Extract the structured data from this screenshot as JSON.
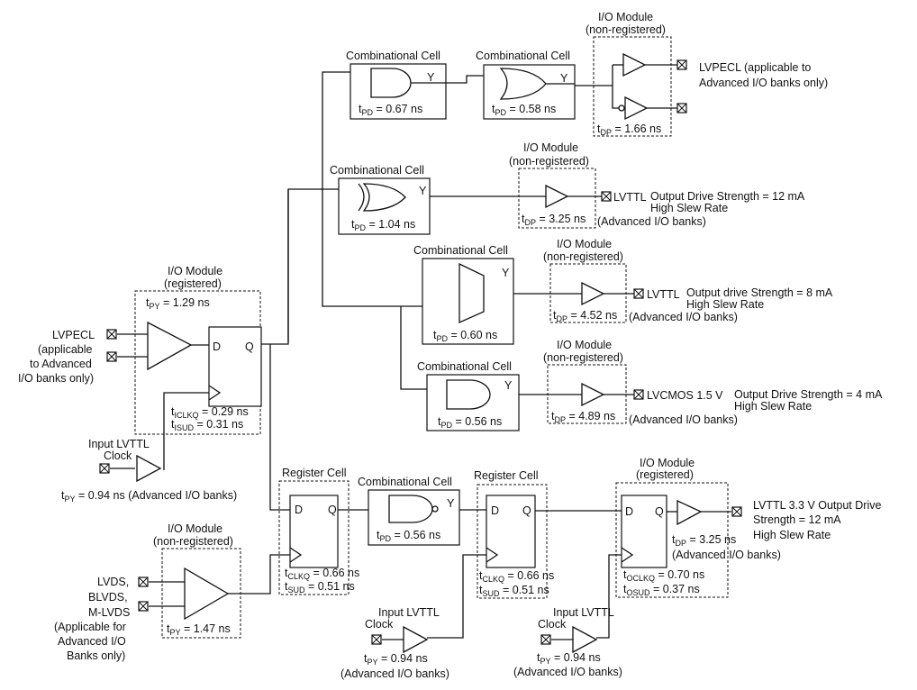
{
  "labels": {
    "io_module": "I/O Module",
    "non_registered": "(non-registered)",
    "registered": "(registered)",
    "combinational_cell": "Combinational Cell",
    "register_cell": "Register Cell",
    "input_lvttl": "Input LVTTL",
    "clock": "Clock",
    "pin_d": "D",
    "pin_q": "Q",
    "pin_y": "Y",
    "adv_io_banks": "(Advanced I/O banks)"
  },
  "timing": {
    "tpd_067": "= 0.67 ns",
    "tpd_058": "= 0.58 ns",
    "tdp_166": "= 1.66 ns",
    "tpd_104": "= 1.04 ns",
    "tdp_325": "= 3.25 ns",
    "tpd_060": "= 0.60 ns",
    "tdp_452": "= 4.52 ns",
    "tpd_056a": "= 0.56 ns",
    "tdp_489": "= 4.89 ns",
    "tpy_129": "= 1.29 ns",
    "ticlkq": "= 0.29 ns",
    "tisud": "= 0.31 ns",
    "tpy_094_left": "= 0.94 ns (Advanced I/O banks)",
    "tpy_147": "= 1.47 ns",
    "tclkq_066a": "= 0.66 ns",
    "tsud_051a": "= 0.51 ns",
    "tpd_056b": "= 0.56 ns",
    "tclkq_066b": "= 0.66 ns",
    "tsud_051b": "= 0.51 ns",
    "tdp_325b": "= 3.25 ns",
    "toclkq": "= 0.70 ns",
    "tosud": "= 0.37 ns",
    "tpy_094_mid": "= 0.94 ns",
    "tpy_094_right": "= 0.94 ns"
  },
  "outputs": {
    "lvpecl_out_1": "LVPECL (applicable to",
    "lvpecl_out_2": "Advanced I/O banks only)",
    "lvttl_12_name": "LVTTL",
    "lvttl_12_desc1": "Output Drive Strength = 12 mA",
    "lvttl_12_desc2": "High Slew Rate",
    "lvttl_8_name": "LVTTL",
    "lvttl_8_desc1": "Output drive Strength = 8 mA",
    "lvttl_8_desc2": "High Slew Rate",
    "lvcmos_name": "LVCMOS 1.5 V",
    "lvcmos_desc1": "Output Drive Strength = 4 mA",
    "lvcmos_desc2": "High Slew Rate",
    "lvttl33_1": "LVTTL 3.3 V Output Drive",
    "lvttl33_2": "Strength = 12 mA",
    "lvttl33_3": "High Slew Rate"
  },
  "inputs": {
    "lvpecl_in": [
      "LVPECL",
      "(applicable",
      "to Advanced",
      "I/O banks only)"
    ],
    "lvds_in": [
      "LVDS,",
      "BLVDS,",
      "M-LVDS",
      "(Applicable for",
      "Advanced I/O",
      "Banks only)"
    ]
  }
}
